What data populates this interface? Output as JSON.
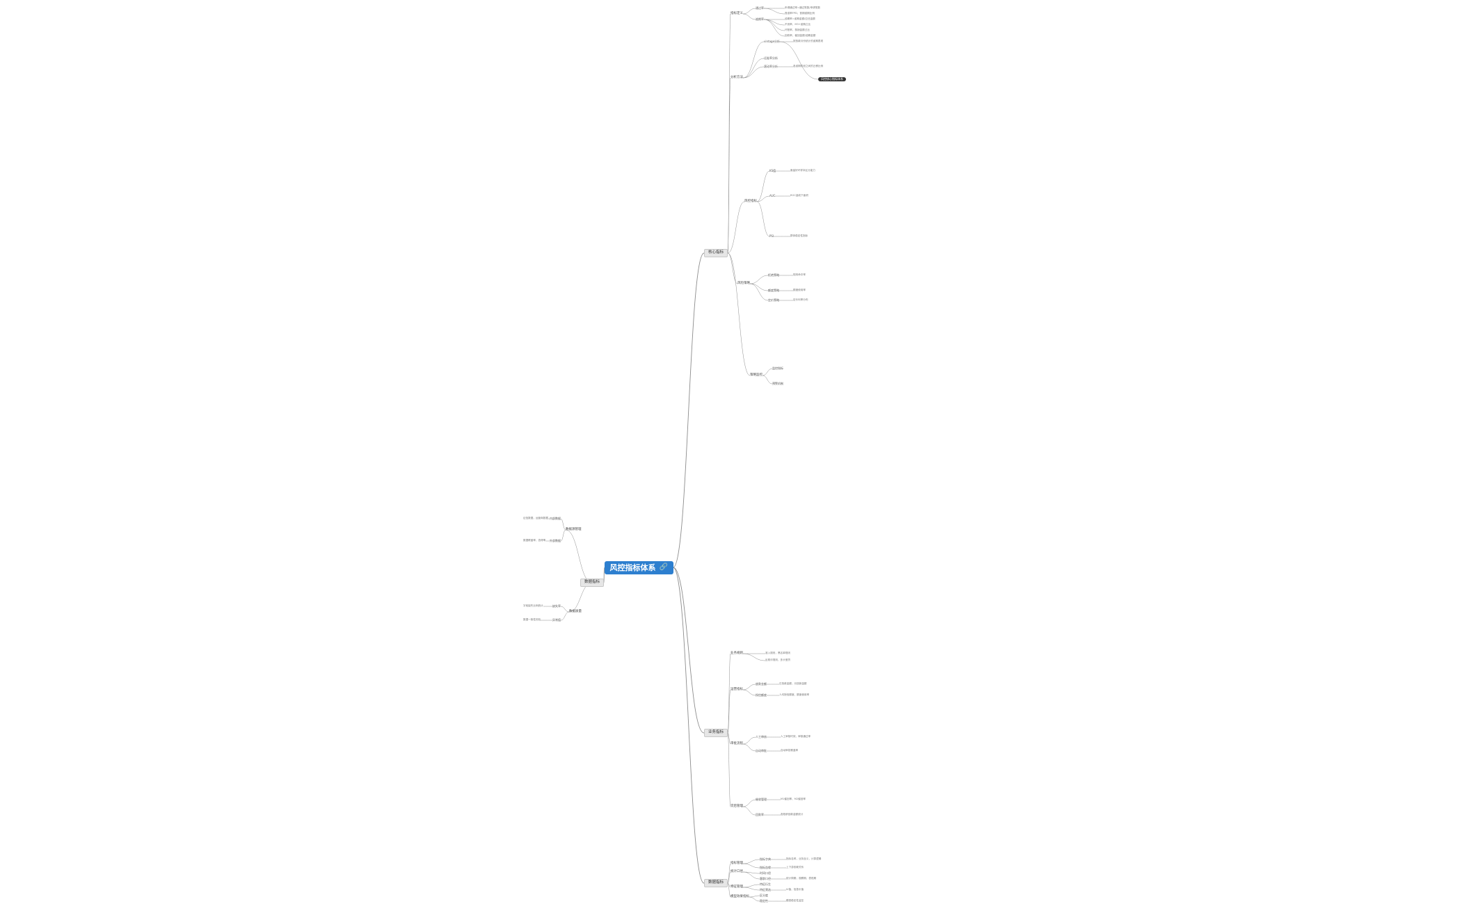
{
  "root": {
    "title": "风控指标体系",
    "link_icon": "link-icon"
  },
  "colors": {
    "root": "#2d7fcf",
    "edge": "#8c8c8c",
    "l1_fill": "#e6e6e6",
    "highlight": "#333333"
  },
  "l1": {
    "a": "核心指标",
    "b": "业务指标",
    "c": "数据指标",
    "d": "数据指标"
  },
  "l2": {
    "a1": "指标定义",
    "a2": "分析方法",
    "a3": "风控指标",
    "a4": "风险策略",
    "a5": "策略监控",
    "b1": "业务规则",
    "b2": "运营指标",
    "b3": "审批流程",
    "b4": "贷后管理",
    "c1": "数据源管理",
    "c2": "数据质量",
    "d1": "指标管理",
    "d2": "统计口径",
    "d3": "特征管理",
    "d4": "模型效果指标"
  },
  "l3": {
    "a1_1": "通过率",
    "a1_2": "逾期率",
    "a2_1": "vintage分析",
    "a2_2": "迁徙率分析",
    "a2_3": "滚动率分析",
    "a3_1": "KS值",
    "a3_2": "AUC",
    "a3_3": "PSI",
    "a4_1": "拒绝策略",
    "a4_2": "额度策略",
    "a4_3": "定价策略",
    "a5_1": "监控指标",
    "a5_2": "预警机制",
    "b2_1": "放款金额",
    "b2_2": "授信额度",
    "b3_1": "人工审核",
    "b3_2": "自动审批",
    "b4_1": "催收管理",
    "b4_2": "回款率",
    "c1_1": "内部数据",
    "c1_2": "外部数据",
    "c2_1": "缺失率",
    "c2_2": "异常值",
    "d1_1": "指标字典",
    "d1_2": "指标血缘",
    "d2_1": "时间口径",
    "d2_2": "客群口径",
    "d3_1": "特征衍生",
    "d3_2": "特征筛选",
    "d4_1": "区分度",
    "d4_2": "稳定性"
  },
  "highlight": "风控核心指标体系",
  "leaves": {
    "l_a1": "申请通过率=通过笔数/申请笔数",
    "l_a2": "首逾率FPD，首期逾期比例",
    "l_a3": "逾期率=逾期金额/应还金额",
    "l_a4": "不良率，M3+逾期占比",
    "l_a5": "坏账率，核销金额占比",
    "l_a6": "回收率，催回金额/逾期金额",
    "l_a7": "按放款月份统计的逾期表现",
    "l_a8": "各逾期阶段之间的迁移比例",
    "l_a9": "衡量好坏样本区分能力",
    "l_a10": "ROC曲线下面积",
    "l_a11": "群体稳定性指标",
    "l_a12": "规则命中率",
    "l_a13": "额度使用率",
    "l_a14": "定价利率分布",
    "l_b1": "准入规则，黑名单规则",
    "l_b2": "反欺诈规则，多头借贷",
    "l_b3": "日放款金额，月放款金额",
    "l_b4": "人均授信额度，额度使用率",
    "l_b5": "人工审核时效，审核通过率",
    "l_b6": "自动审批覆盖率",
    "l_b7": "M1催回率，M2催回率",
    "l_b8": "各账龄回款金额统计",
    "l_c1": "征信数据，运营商数据",
    "l_c2": "数据覆盖率，查得率",
    "l_c3": "字段缺失比例统计",
    "l_c4": "数据一致性校验",
    "l_d1": "指标名称，业务含义，计算逻辑",
    "l_d2": "上下游依赖关系",
    "l_d3": "统计周期，观察期，表现期",
    "l_d4": "IV值，信息价值",
    "l_d5": "模型稳定性监控"
  }
}
